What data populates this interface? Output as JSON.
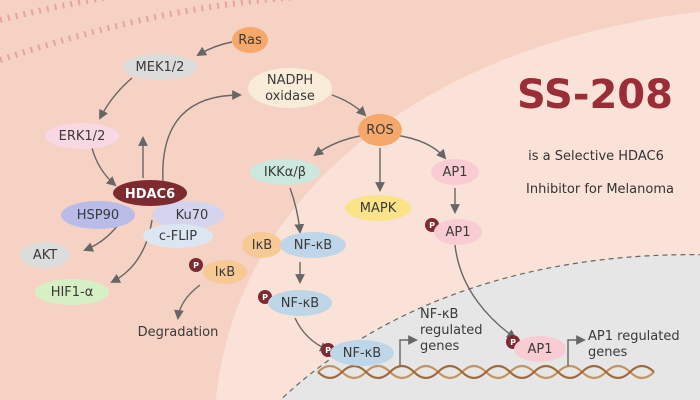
{
  "title": "SS-208",
  "subtitle_lines": [
    "is a Selective HDAC6",
    "Inhibitor for Melanoma"
  ],
  "nodes": {
    "ras": "Ras",
    "mek": "MEK1/2",
    "erk": "ERK1/2",
    "hdac6": "HDAC6",
    "hsp90": "HSP90",
    "ku70": "Ku70",
    "cflip": "c-FLIP",
    "akt": "AKT",
    "hif1a": "HIF1-α",
    "ikb_p": "IκB",
    "degradation": "Degradation",
    "nadph_1": "NADPH",
    "nadph_2": "oxidase",
    "ros": "ROS",
    "ikk": "IKKα/β",
    "mapk": "MAPK",
    "ap1_top": "AP1",
    "ap1_p": "AP1",
    "ikb": "IκB",
    "nfkb": "NF-κB",
    "nfkb_p": "NF-κB",
    "nfkb_nuc": "NF-κB",
    "ap1_nuc": "AP1",
    "nfkb_genes": [
      "NF-κB",
      "regulated",
      "genes"
    ],
    "ap1_genes": [
      "AP1 regulated",
      "genes"
    ],
    "phospho": "P"
  },
  "colors": {
    "background": "#f6d2c4",
    "cell": "#fbe2d8",
    "nucleus": "#e6e6e6",
    "hdac6": "#7d2a31",
    "title": "#9b2d36"
  }
}
